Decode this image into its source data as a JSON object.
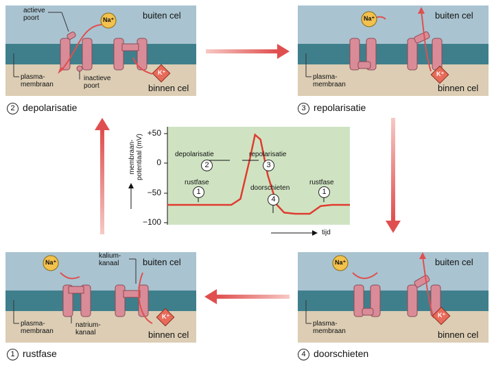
{
  "panels": {
    "depolarisatie": {
      "caption_num": "2",
      "caption": "depolarisatie",
      "outside": "buiten cel",
      "inside": "binnen cel",
      "label_active": "actieve\npoort",
      "label_inactive": "inactieve\npoort",
      "label_membrane": "plasma-\nmembraan",
      "na": "Na⁺",
      "k": "K⁺"
    },
    "repolarisatie": {
      "caption_num": "3",
      "caption": "repolarisatie",
      "outside": "buiten cel",
      "inside": "binnen cel",
      "label_membrane": "plasma-\nmembraan",
      "na": "Na⁺",
      "k": "K⁺"
    },
    "rustfase": {
      "caption_num": "1",
      "caption": "rustfase",
      "outside": "buiten cel",
      "inside": "binnen cel",
      "label_kalium": "kalium-\nkanaal",
      "label_natrium": "natrium-\nkanaal",
      "label_membrane": "plasma-\nmembraan",
      "na": "Na⁺",
      "k": "K⁺"
    },
    "doorschieten": {
      "caption_num": "4",
      "caption": "doorschieten",
      "outside": "buiten cel",
      "inside": "binnen cel",
      "label_membrane": "plasma-\nmembraan",
      "na": "Na⁺",
      "k": "K⁺"
    }
  },
  "graph": {
    "ylabel": "membraan-\npotentiaal (mV)",
    "xlabel": "tijd",
    "ticks": [
      "+50",
      "0",
      "−50",
      "−100"
    ],
    "annotations": {
      "depolarisatie": "depolarisatie",
      "repolarisatie": "repolarisatie",
      "rustfase_left": "rustfase",
      "doorschieten": "doorschieten",
      "rustfase_right": "rustfase"
    },
    "numbers": [
      "2",
      "3",
      "1",
      "4",
      "1"
    ]
  },
  "chart_data": {
    "type": "line",
    "xlabel": "tijd",
    "ylabel": "membraan-potentiaal (mV)",
    "ylim": [
      -100,
      50
    ],
    "y_ticks": [
      50,
      0,
      -50,
      -100
    ],
    "series": [
      {
        "x": [
          0,
          25,
          35,
          40,
          45,
          48,
          51,
          55,
          60,
          64,
          70,
          78,
          84,
          90,
          100
        ],
        "y": [
          -70,
          -70,
          -70,
          -60,
          5,
          48,
          40,
          -20,
          -70,
          -83,
          -85,
          -85,
          -72,
          -70,
          -70
        ]
      }
    ],
    "grid": false
  },
  "colors": {
    "outside_bg": "#a9c3d0",
    "membrane": "#3f7f8c",
    "inside_bg": "#dccdb4",
    "channel": "#d98c98",
    "na_fill": "#f2c14e",
    "k_fill": "#e86b5a",
    "arrow": "#e04f4f",
    "graph_bg": "#cfe3c2",
    "curve": "#e03a2f"
  }
}
